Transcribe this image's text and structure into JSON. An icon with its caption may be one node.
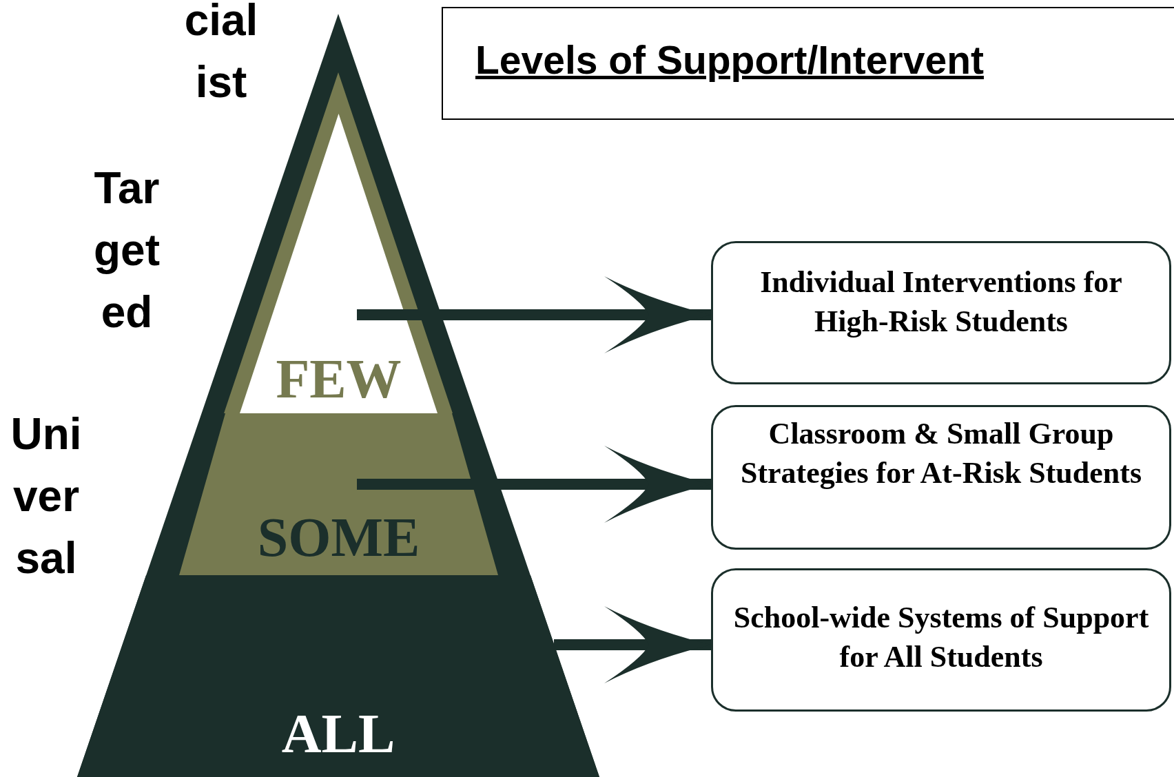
{
  "diagram": {
    "title": "Levels of Support/Intervent",
    "nodes": [
      {
        "text": [
          "FEW"
        ]
      },
      {
        "text": [
          "SOME"
        ]
      },
      {
        "text": [
          "ALL"
        ]
      },
      {
        "text": [
          "Individual Interventions for High-Risk Students"
        ]
      },
      {
        "text": [
          "Classroom & Small Group Strategies for At-Risk Students"
        ]
      },
      {
        "text": [
          "School-wide Systems of Support for All Students"
        ]
      }
    ],
    "edges": [
      {
        "from": 0,
        "to": 3,
        "arrow": "to"
      },
      {
        "from": 1,
        "to": 4,
        "arrow": "to"
      },
      {
        "from": 2,
        "to": 5,
        "arrow": "to"
      }
    ],
    "labels": [
      "cialist",
      "Targeted",
      "Universal"
    ]
  }
}
